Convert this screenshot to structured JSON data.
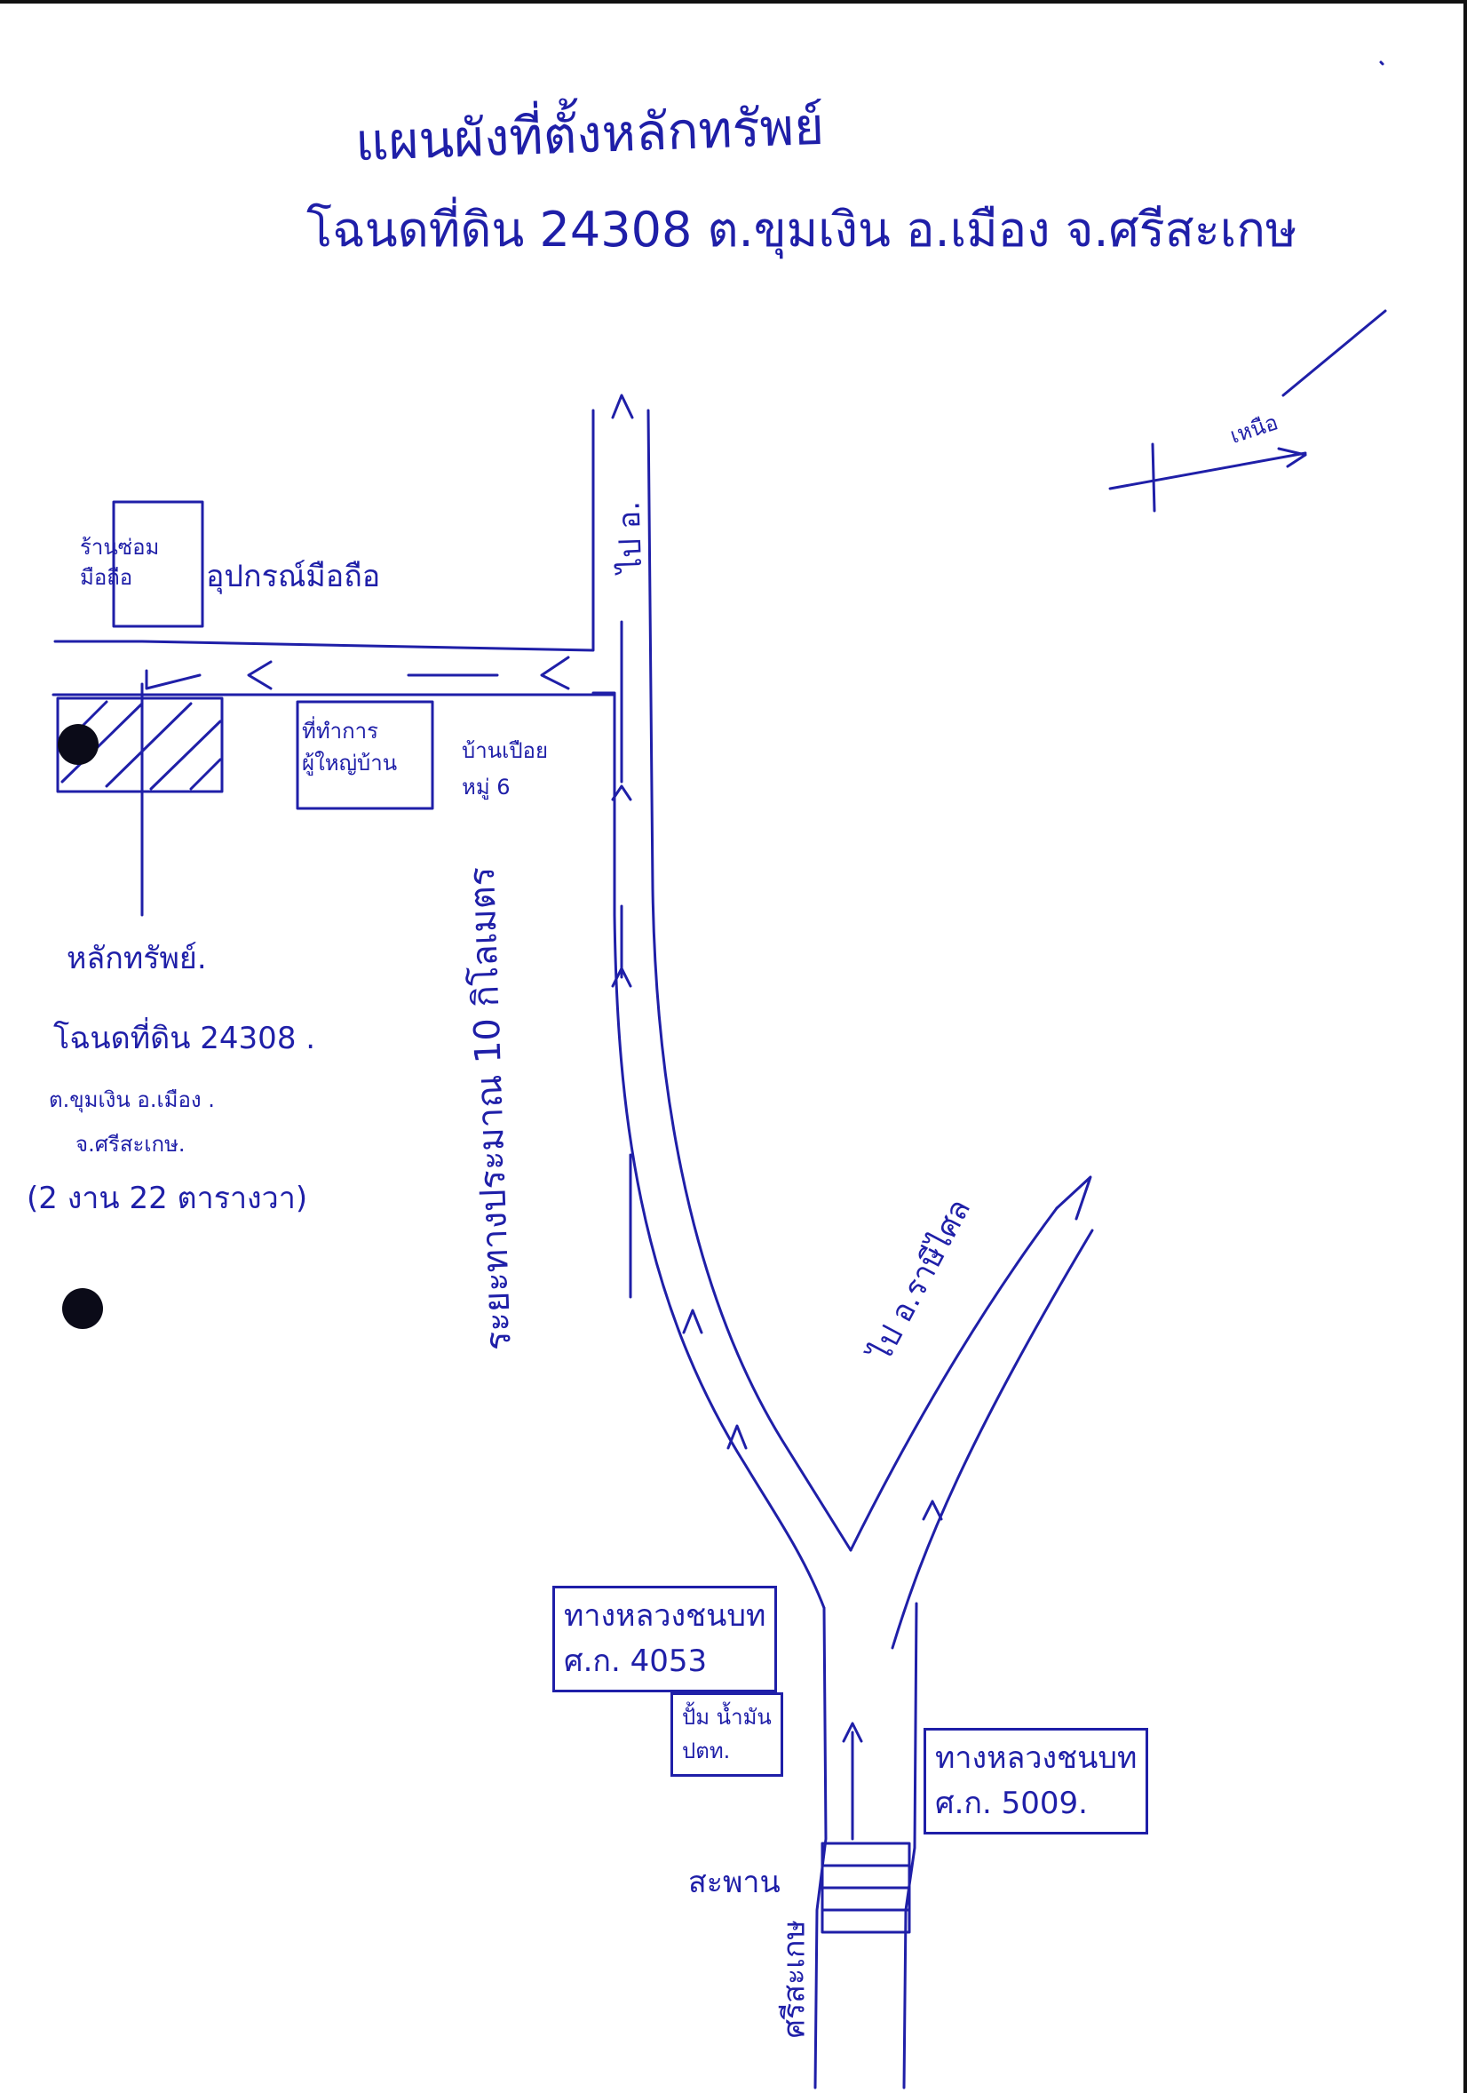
{
  "title": {
    "line1": "แผนผังที่ตั้งหลักทรัพย์",
    "line2": "โฉนดที่ดิน 24308 ต.ขุมเงิน อ.เมือง จ.ศรีสะเกษ"
  },
  "compass": {
    "label": "เหนือ"
  },
  "shops": {
    "repair_shop": "ร้านซ่อม\nมือถือ",
    "equipment": "อุปกรณ์มือถือ",
    "restaurant": "ที่ทำการ\nผู้ใหญ่บ้าน",
    "village": "บ้านเปือย\nหมู่ 6"
  },
  "property": {
    "lines": [
      "หลักทรัพย์.",
      "โฉนดที่ดิน 24308 .",
      "ต.ขุมเงิน อ.เมือง .",
      "จ.ศรีสะเกษ.",
      "(2 งาน 22 ตารางวา)"
    ]
  },
  "roads": {
    "left_branch": "ระยะทางประมาณ 10 กิโลเมตร",
    "left_top": "ไป อ.",
    "right_branch": "ไป อ.ราษีไศล",
    "highway_4053": "ทางหลวงชนบท\nศ.ก. 4053",
    "gas_station": "ปั้ม น้ำมัน\nปตท.",
    "highway_5009": "ทางหลวงชนบท\nศ.ก. 5009.",
    "bridge": "สะพาน",
    "bottom": "ศรีสะเกษ"
  }
}
